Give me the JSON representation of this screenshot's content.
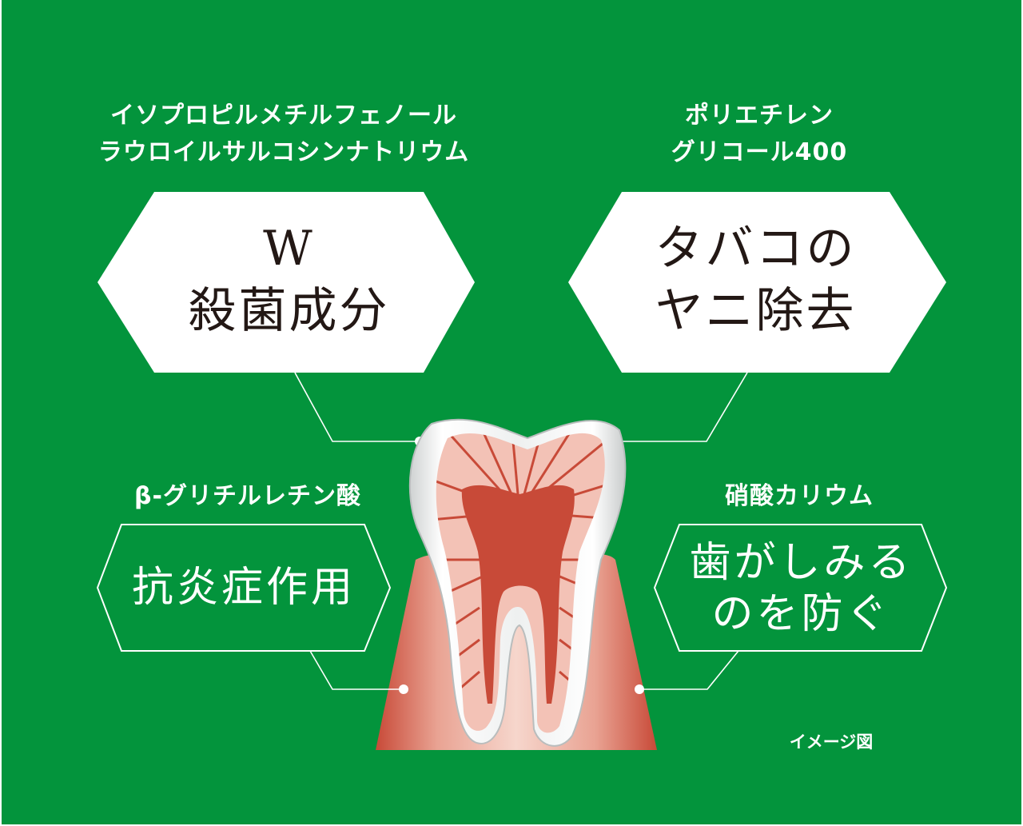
{
  "ingredients": {
    "top_left": [
      "イソプロピルメチルフェノール",
      "ラウロイルサルコシンナトリウム"
    ],
    "top_right": [
      "ポリエチレン",
      "グリコール400"
    ],
    "bottom_left": "β-グリチルレチン酸",
    "bottom_right": "硝酸カリウム"
  },
  "benefits": {
    "sterilization": [
      "W",
      "殺菌成分"
    ],
    "tar_removal": [
      "タバコの",
      "ヤニ除去"
    ],
    "anti_inflammatory": "抗炎症作用",
    "sensitivity": [
      "歯がしみる",
      "のを防ぐ"
    ]
  },
  "note": "イメージ図",
  "colors": {
    "background": "#03943c",
    "badge_fill": "#ffffff",
    "badge_text": "#231815",
    "gum": "#d0604f",
    "pulp": "#c84a38",
    "dentin": "#f3c2b6"
  },
  "icons": {
    "tooth": "tooth-cross-section-illustration"
  }
}
